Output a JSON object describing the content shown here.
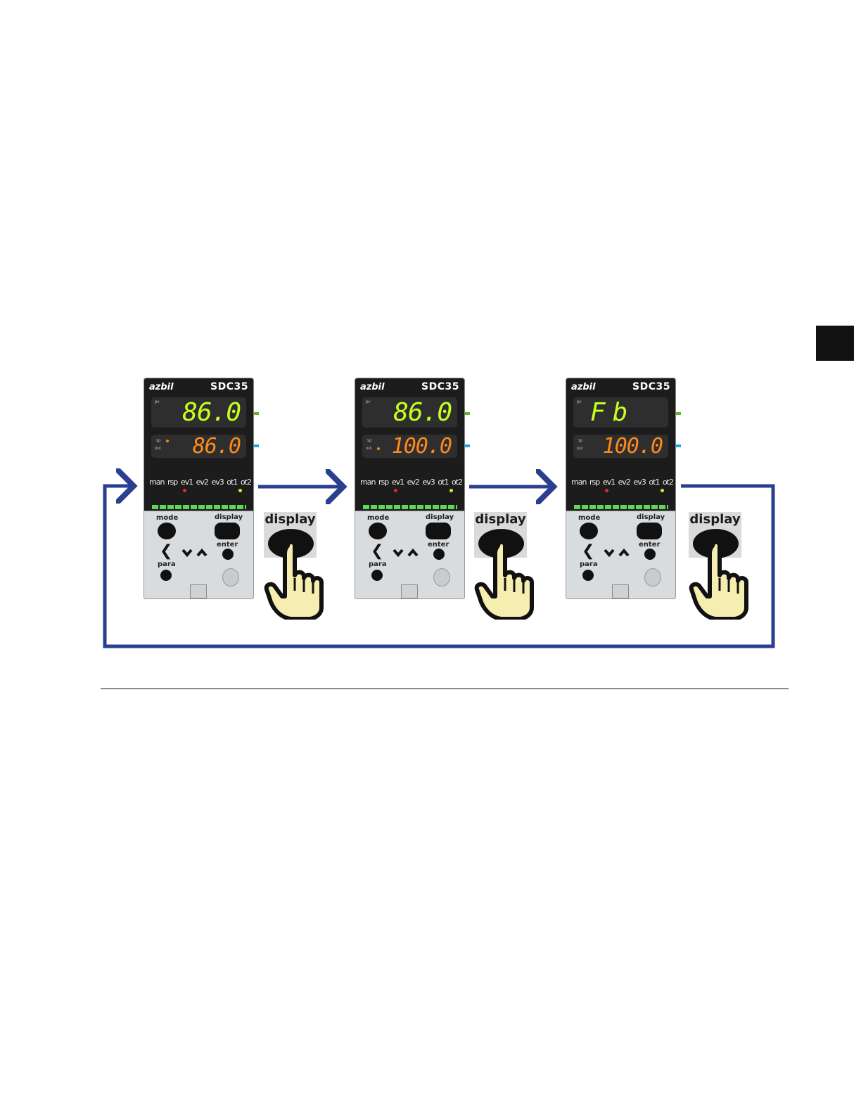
{
  "devices": [
    {
      "brand": "azbil",
      "model": "SDC35",
      "pv_label": "pv",
      "sp_label": "sp",
      "out_label": "out",
      "pv_value": "86.0",
      "sp_value": "86.0",
      "dot_row": "sp",
      "indicators": [
        "man",
        "rsp",
        "ev1",
        "ev2",
        "ev3",
        "ot1",
        "ot2"
      ],
      "keys": {
        "mode": "mode",
        "display": "display",
        "enter": "enter",
        "para": "para"
      }
    },
    {
      "brand": "azbil",
      "model": "SDC35",
      "pv_label": "pv",
      "sp_label": "sp",
      "out_label": "out",
      "pv_value": "86.0",
      "sp_value": "100.0",
      "dot_row": "out",
      "indicators": [
        "man",
        "rsp",
        "ev1",
        "ev2",
        "ev3",
        "ot1",
        "ot2"
      ],
      "keys": {
        "mode": "mode",
        "display": "display",
        "enter": "enter",
        "para": "para"
      }
    },
    {
      "brand": "azbil",
      "model": "SDC35",
      "pv_label": "pv",
      "sp_label": "sp",
      "out_label": "out",
      "pv_value": "Fb",
      "sp_value": "100.0",
      "dot_row": "none",
      "indicators": [
        "man",
        "rsp",
        "ev1",
        "ev2",
        "ev3",
        "ot1",
        "ot2"
      ],
      "keys": {
        "mode": "mode",
        "display": "display",
        "enter": "enter",
        "para": "para"
      }
    }
  ],
  "press_actions": [
    {
      "label": "display"
    },
    {
      "label": "display"
    },
    {
      "label": "display"
    }
  ],
  "colors": {
    "flow_arrow": "#2a3f8f",
    "pv_pointer": "#6ab42c",
    "sp_pointer": "#1aa8dc",
    "pv_digits": "#c7ff1f",
    "sp_digits": "#ff8a1c",
    "hand_fill": "#f5eeb0"
  },
  "icons": [
    "hand-pointer-icon",
    "left-chevron-icon",
    "down-chevron-icon",
    "up-chevron-icon",
    "flow-arrow-icon"
  ]
}
